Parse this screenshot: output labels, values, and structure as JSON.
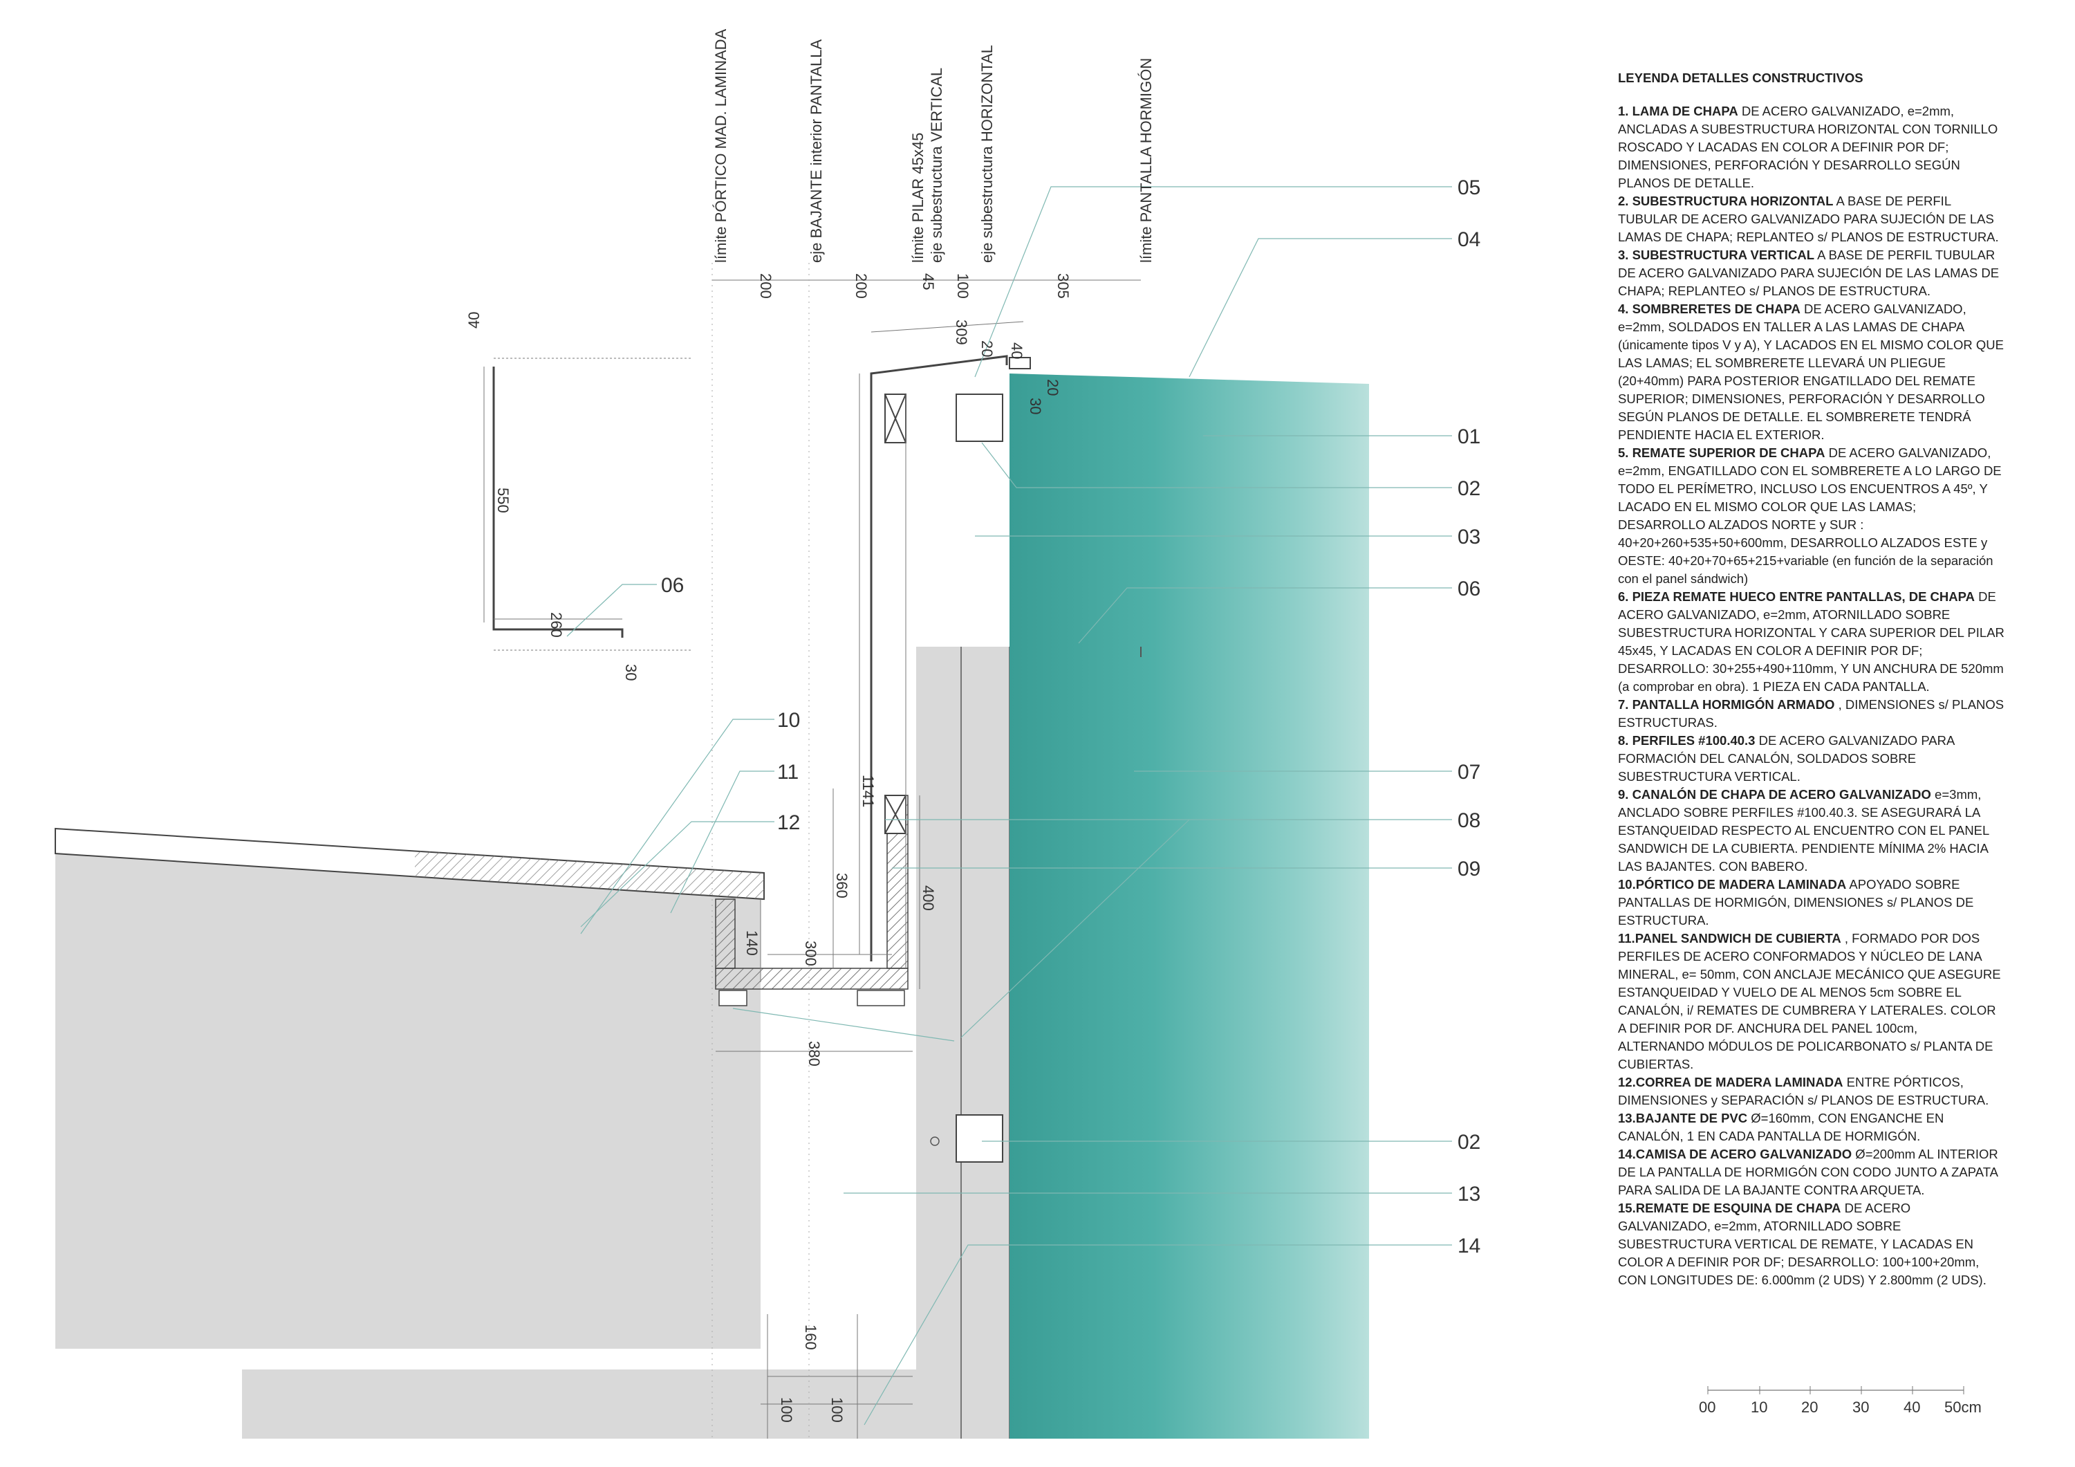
{
  "vertical_labels": [
    "límite PÓRTICO MAD. LAMINADA",
    "eje BAJANTE interior PANTALLA",
    "límite PILAR 45x45",
    "eje subestructura VERTICAL",
    "eje subestructura HORIZONTAL",
    "límite PANTALLA HORMIGÓN"
  ],
  "top_dims": [
    "200",
    "200",
    "45",
    "100",
    "305"
  ],
  "dims": {
    "d309": "309",
    "d20a": "20",
    "d40a": "40",
    "d20b": "20",
    "d30a": "30",
    "d40b": "40",
    "d550": "550",
    "d260": "260",
    "d30b": "30",
    "d1141": "1141",
    "d360": "360",
    "d400": "400",
    "d140": "140",
    "d300": "300",
    "d380": "380",
    "d160": "160",
    "d100a": "100",
    "d100b": "100"
  },
  "callouts": {
    "c05": "05",
    "c04": "04",
    "c01": "01",
    "c02a": "02",
    "c03": "03",
    "c06a": "06",
    "c06b": "06",
    "c07": "07",
    "c08": "08",
    "c09": "09",
    "c02b": "02",
    "c13": "13",
    "c14": "14",
    "c10": "10",
    "c11": "11",
    "c12": "12"
  },
  "legend": {
    "title": "LEYENDA DETALLES CONSTRUCTIVOS",
    "items": [
      {
        "head": "1.  LAMA DE CHAPA",
        "text": " DE ACERO GALVANIZADO, e=2mm, ANCLADAS A SUBESTRUCTURA HORIZONTAL CON TORNILLO ROSCADO Y LACADAS EN COLOR A DEFINIR POR DF; DIMENSIONES, PERFORACIÓN Y DESARROLLO SEGÚN PLANOS DE DETALLE."
      },
      {
        "head": "2.  SUBESTRUCTURA HORIZONTAL",
        "text": "  A BASE DE PERFIL TUBULAR DE ACERO GALVANIZADO PARA SUJECIÓN DE LAS LAMAS DE CHAPA; REPLANTEO s/ PLANOS DE ESTRUCTURA."
      },
      {
        "head": "3.  SUBESTRUCTURA VERTICAL",
        "text": "  A BASE DE PERFIL TUBULAR DE ACERO GALVANIZADO PARA SUJECIÓN DE LAS LAMAS DE CHAPA; REPLANTEO s/ PLANOS DE ESTRUCTURA."
      },
      {
        "head": "4.  SOMBRERETES DE CHAPA",
        "text": "  DE  ACERO GALVANIZADO, e=2mm, SOLDADOS EN TALLER A LAS LAMAS DE CHAPA (únicamente tipos V y A), Y LACADOS EN EL MISMO COLOR QUE LAS LAMAS; EL SOMBRERETE LLEVARÁ UN PLIEGUE (20+40mm) PARA POSTERIOR ENGATILLADO DEL REMATE SUPERIOR; DIMENSIONES, PERFORACIÓN Y DESARROLLO SEGÚN PLANOS DE DETALLE. EL SOMBRERETE TENDRÁ PENDIENTE HACIA EL EXTERIOR."
      },
      {
        "head": "5.  REMATE SUPERIOR DE CHAPA",
        "text": "  DE ACERO GALVANIZADO, e=2mm, ENGATILLADO CON EL SOMBRERETE A LO LARGO DE TODO EL PERÍMETRO, INCLUSO LOS ENCUENTROS A 45º, Y LACADO EN EL MISMO COLOR QUE LAS LAMAS; DESARROLLO ALZADOS NORTE y SUR : 40+20+260+535+50+600mm, DESARROLLO ALZADOS ESTE y OESTE: 40+20+70+65+215+variable (en función de la separación con el panel sándwich)"
      },
      {
        "head": "6.  PIEZA REMATE HUECO ENTRE PANTALLAS, DE CHAPA",
        "text": "  DE ACERO GALVANIZADO, e=2mm, ATORNILLADO SOBRE SUBESTRUCTURA HORIZONTAL Y CARA SUPERIOR DEL PILAR 45x45, Y LACADAS EN COLOR A DEFINIR POR DF; DESARROLLO: 30+255+490+110mm, Y UN ANCHURA DE 520mm (a comprobar en obra). 1 PIEZA EN CADA PANTALLA."
      },
      {
        "head": "7.  PANTALLA HORMIGÓN ARMADO",
        "text": " , DIMENSIONES s/ PLANOS ESTRUCTURAS."
      },
      {
        "head": "8.  PERFILES #100.40.3",
        "text": "  DE ACERO GALVANIZADO PARA FORMACIÓN DEL CANALÓN, SOLDADOS SOBRE SUBESTRUCTURA VERTICAL."
      },
      {
        "head": "9.  CANALÓN DE CHAPA DE ACERO GALVANIZADO",
        "text": "  e=3mm, ANCLADO SOBRE PERFILES #100.40.3. SE ASEGURARÁ LA ESTANQUEIDAD RESPECTO AL ENCUENTRO CON EL PANEL SANDWICH DE LA CUBIERTA. PENDIENTE MÍNIMA 2% HACIA LAS BAJANTES. CON BABERO."
      },
      {
        "head": "10.PÓRTICO DE MADERA LAMINADA",
        "text": "  APOYADO SOBRE PANTALLAS DE HORMIGÓN, DIMENSIONES s/ PLANOS DE ESTRUCTURA."
      },
      {
        "head": "11.PANEL SANDWICH DE CUBIERTA",
        "text": " , FORMADO POR DOS PERFILES DE ACERO CONFORMADOS Y NÚCLEO DE LANA MINERAL, e= 50mm, CON ANCLAJE MECÁNICO QUE ASEGURE ESTANQUEIDAD Y VUELO DE AL MENOS 5cm SOBRE EL CANALÓN, i/ REMATES DE CUMBRERA Y LATERALES. COLOR A DEFINIR POR DF. ANCHURA DEL PANEL 100cm, ALTERNANDO MÓDULOS DE POLICARBONATO s/ PLANTA DE CUBIERTAS."
      },
      {
        "head": "12.CORREA DE MADERA LAMINADA",
        "text": "  ENTRE PÓRTICOS, DIMENSIONES y SEPARACIÓN s/ PLANOS DE ESTRUCTURA."
      },
      {
        "head": "13.BAJANTE DE PVC",
        "text": "  Ø=160mm, CON ENGANCHE EN CANALÓN, 1 EN CADA PANTALLA DE HORMIGÓN."
      },
      {
        "head": "14.CAMISA DE ACERO GALVANIZADO",
        "text": "  Ø=200mm AL INTERIOR DE LA PANTALLA DE HORMIGÓN CON CODO JUNTO A ZAPATA PARA SALIDA DE LA BAJANTE CONTRA ARQUETA."
      },
      {
        "head": "15.REMATE DE ESQUINA DE CHAPA",
        "text": "  DE ACERO GALVANIZADO, e=2mm, ATORNILLADO SOBRE SUBESTRUCTURA VERTICAL DE REMATE, Y LACADAS EN COLOR A DEFINIR POR DF; DESARROLLO: 100+100+20mm, CON LONGITUDES DE: 6.000mm (2 UDS) Y 2.800mm (2 UDS)."
      }
    ]
  },
  "scale_bar": {
    "ticks": [
      "00",
      "10",
      "20",
      "30",
      "40"
    ],
    "end": "50cm"
  },
  "colors": {
    "teal": "#3aa39b",
    "concrete": "#d9d9d9",
    "line": "#555555",
    "leader": "#7fb8b2"
  }
}
